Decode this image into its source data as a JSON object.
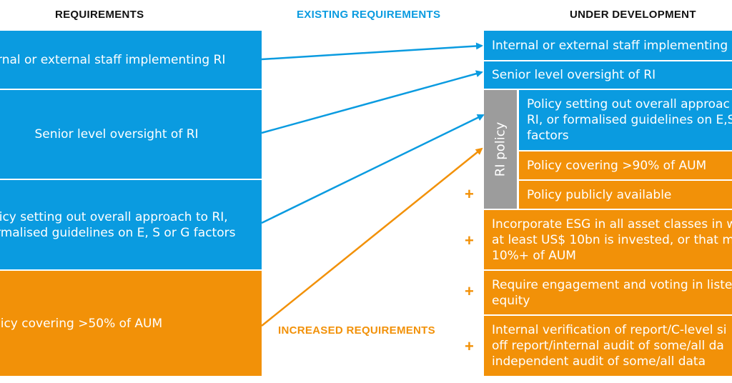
{
  "headers": {
    "requirements": "REQUIREMENTS",
    "existing": "EXISTING REQUIREMENTS",
    "under_development": "UNDER DEVELOPMENT",
    "increased": "INCREASED REQUIREMENTS"
  },
  "left_boxes": [
    {
      "text": "rnal or external staff implementing RI"
    },
    {
      "text": "Senior level oversight of RI"
    },
    {
      "lines": [
        "licy setting out overall approach to RI,",
        "rmalised guidelines on E, S or G factors"
      ]
    },
    {
      "text": "licy covering >50% of AUM"
    }
  ],
  "right_boxes": {
    "staff": "Internal or external staff implementing",
    "oversight": "Senior level oversight of RI",
    "ri_policy_label": "RI policy",
    "policy_lines": [
      "Policy setting out overall approac",
      "RI, or formalised guidelines on E,S",
      "factors"
    ],
    "coverage": "Policy covering >90% of AUM",
    "public": "Policy publicly available",
    "esg_lines": [
      "Incorporate ESG in all asset classes in w",
      "at least US$ 10bn is invested, or that m",
      "10%+ of AUM"
    ],
    "engagement_lines": [
      "Require engagement and voting in liste",
      "equity"
    ],
    "verification_lines": [
      "Internal verification of report/C-level si",
      "off report/internal audit of some/all da",
      "independent audit of some/all data"
    ]
  },
  "plus_symbol": "+",
  "colors": {
    "blue": "#0a9be0",
    "orange": "#f29108",
    "gray": "#9c9c9c",
    "header_text": "#111111"
  }
}
